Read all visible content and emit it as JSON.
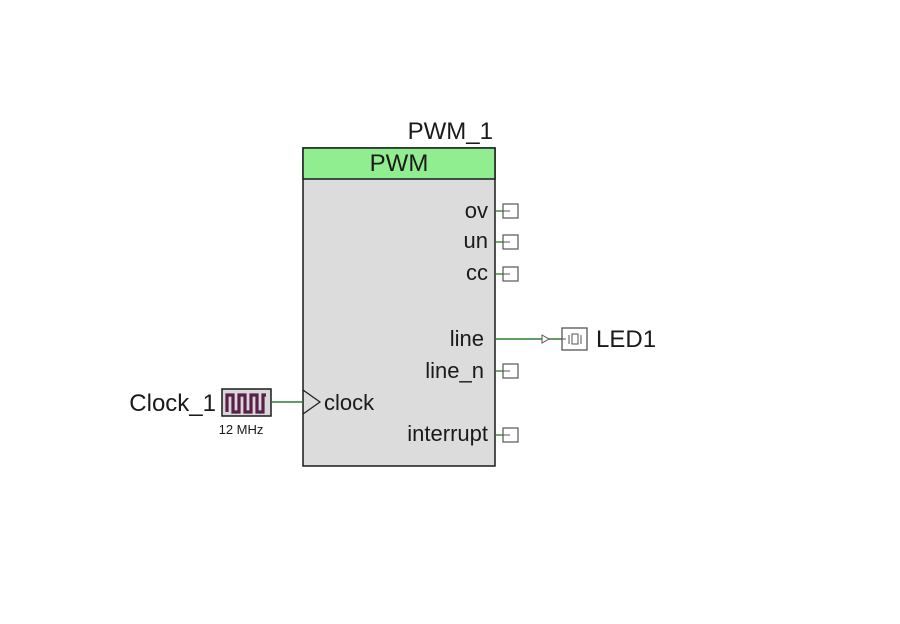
{
  "pwm": {
    "instance_name": "PWM_1",
    "component_name": "PWM",
    "pins": {
      "ov": "ov",
      "un": "un",
      "cc": "cc",
      "line": "line",
      "line_n": "line_n",
      "interrupt": "interrupt",
      "clock": "clock"
    }
  },
  "clock": {
    "name": "Clock_1",
    "frequency": "12 MHz"
  },
  "led": {
    "name": "LED1"
  },
  "colors": {
    "header": "#90ee90",
    "body": "#dcdcdc",
    "wire": "#2e7d32",
    "clock_waveform": "#5a1f4a",
    "terminal": "#555555"
  }
}
